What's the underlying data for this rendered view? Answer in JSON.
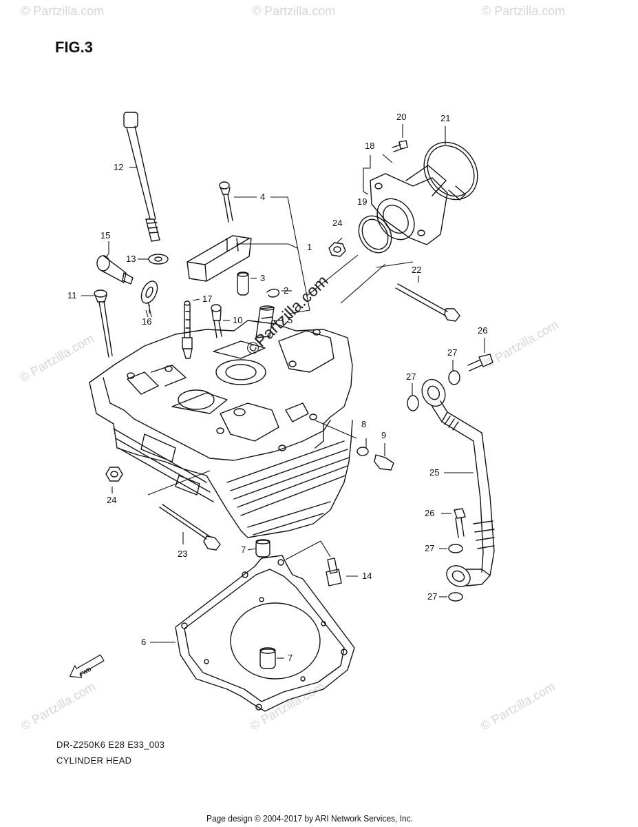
{
  "figure": {
    "title": "FIG.3",
    "model_code": "DR-Z250K6 E28 E33_003",
    "diagram_name": "CYLINDER HEAD",
    "copyright": "Page design © 2004-2017 by ARI Network Services, Inc.",
    "watermark": "© Partzilla.com",
    "watermark_main": "©Partzilla.com",
    "front_mark": "FWD"
  },
  "callouts": {
    "c1": "1",
    "c2": "2",
    "c3": "3",
    "c4": "4",
    "c5": "5",
    "c6": "6",
    "c7a": "7",
    "c7b": "7",
    "c8": "8",
    "c9": "9",
    "c10": "10",
    "c11": "11",
    "c12": "12",
    "c13": "13",
    "c14": "14",
    "c15": "15",
    "c16": "16",
    "c17": "17",
    "c18": "18",
    "c19": "19",
    "c20": "20",
    "c21": "21",
    "c22": "22",
    "c23": "23",
    "c24a": "24",
    "c24b": "24",
    "c25": "25",
    "c26a": "26",
    "c26b": "26",
    "c27a": "27",
    "c27b": "27",
    "c27c": "27",
    "c27d": "27"
  }
}
